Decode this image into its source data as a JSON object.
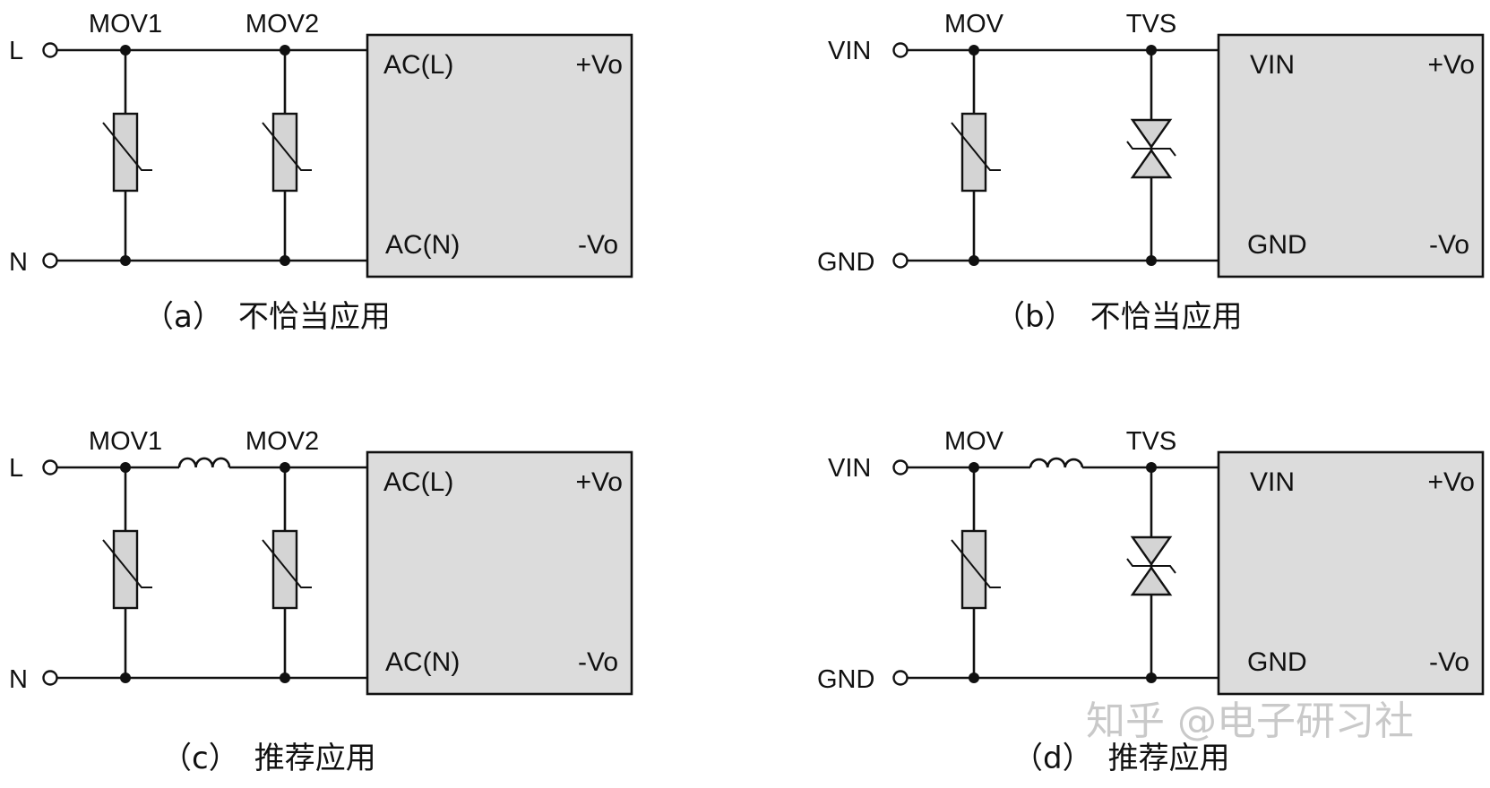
{
  "colors": {
    "wire": "#111111",
    "module_fill": "#dcdcdc",
    "component_fill": "#d4d4d4",
    "watermark": "#c9c9c9"
  },
  "panels": [
    {
      "id": "a",
      "in_top": "L",
      "in_bottom": "N",
      "comp1": "MOV1",
      "comp2": "MOV2",
      "comp1_type": "mov",
      "comp2_type": "mov",
      "inductor": false,
      "mod_in_top": "AC(L)",
      "mod_in_bottom": "AC(N)",
      "mod_out_top": "+Vo",
      "mod_out_bottom": "-Vo",
      "caption": "（a）　不恰当应用"
    },
    {
      "id": "b",
      "in_top": "VIN",
      "in_bottom": "GND",
      "comp1": "MOV",
      "comp2": "TVS",
      "comp1_type": "mov",
      "comp2_type": "tvs",
      "inductor": false,
      "mod_in_top": "VIN",
      "mod_in_bottom": "GND",
      "mod_out_top": "+Vo",
      "mod_out_bottom": "-Vo",
      "caption": "（b）　不恰当应用"
    },
    {
      "id": "c",
      "in_top": "L",
      "in_bottom": "N",
      "comp1": "MOV1",
      "comp2": "MOV2",
      "comp1_type": "mov",
      "comp2_type": "mov",
      "inductor": true,
      "mod_in_top": "AC(L)",
      "mod_in_bottom": "AC(N)",
      "mod_out_top": "+Vo",
      "mod_out_bottom": "-Vo",
      "caption": "（c）　推荐应用"
    },
    {
      "id": "d",
      "in_top": "VIN",
      "in_bottom": "GND",
      "comp1": "MOV",
      "comp2": "TVS",
      "comp1_type": "mov",
      "comp2_type": "tvs",
      "inductor": true,
      "mod_in_top": "VIN",
      "mod_in_bottom": "GND",
      "mod_out_top": "+Vo",
      "mod_out_bottom": "-Vo",
      "caption": "（d）　推荐应用"
    }
  ],
  "watermark": "知乎 @电子研习社"
}
